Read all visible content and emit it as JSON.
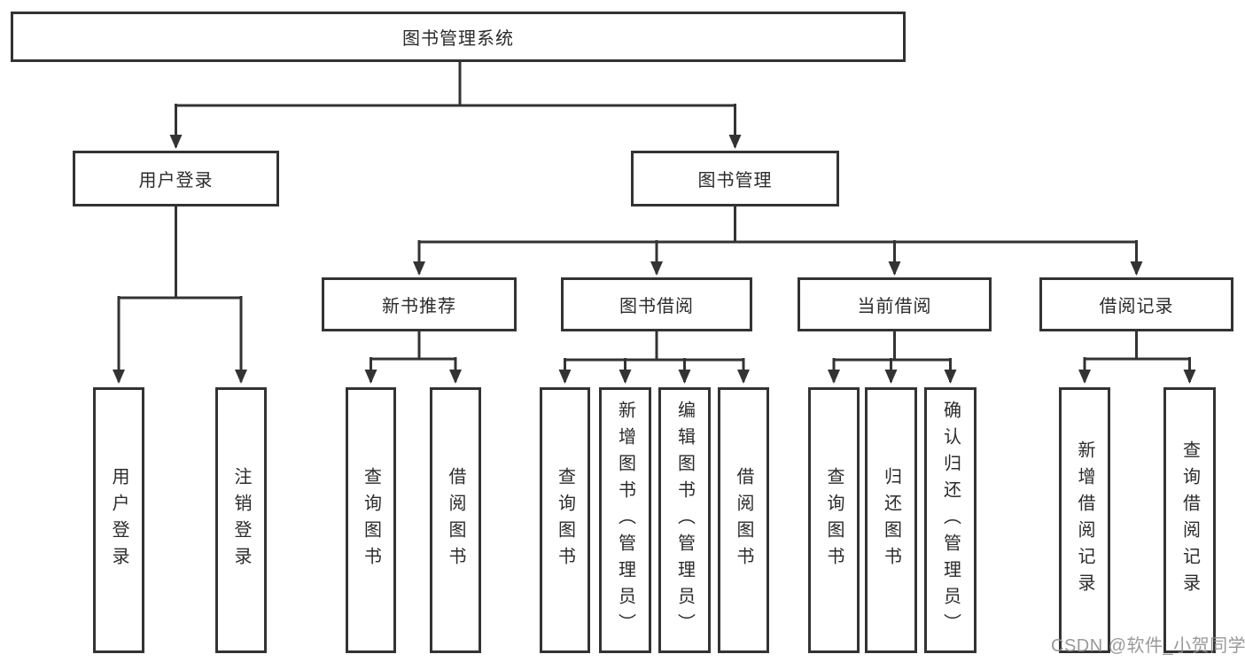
{
  "tree": {
    "label": "图书管理系统",
    "children": [
      {
        "label": "用户登录",
        "children": [
          {
            "label": "用户登录"
          },
          {
            "label": "注销登录"
          }
        ]
      },
      {
        "label": "图书管理",
        "children": [
          {
            "label": "新书推荐",
            "children": [
              {
                "label": "查询图书"
              },
              {
                "label": "借阅图书"
              }
            ]
          },
          {
            "label": "图书借阅",
            "children": [
              {
                "label": "查询图书"
              },
              {
                "label": "新增图书（管理员）"
              },
              {
                "label": "编辑图书（管理员）"
              },
              {
                "label": "借阅图书"
              }
            ]
          },
          {
            "label": "当前借阅",
            "children": [
              {
                "label": "查询图书"
              },
              {
                "label": "归还图书"
              },
              {
                "label": "确认归还（管理员）"
              }
            ]
          },
          {
            "label": "借阅记录",
            "children": [
              {
                "label": "新增借阅记录"
              },
              {
                "label": "查询借阅记录"
              }
            ]
          }
        ]
      }
    ]
  },
  "watermark": "CSDN @软件_小贺同学",
  "colors": {
    "line": "#333333",
    "text": "#2b2b2b",
    "watermark": "#8f8f8f",
    "background": "#ffffff"
  }
}
